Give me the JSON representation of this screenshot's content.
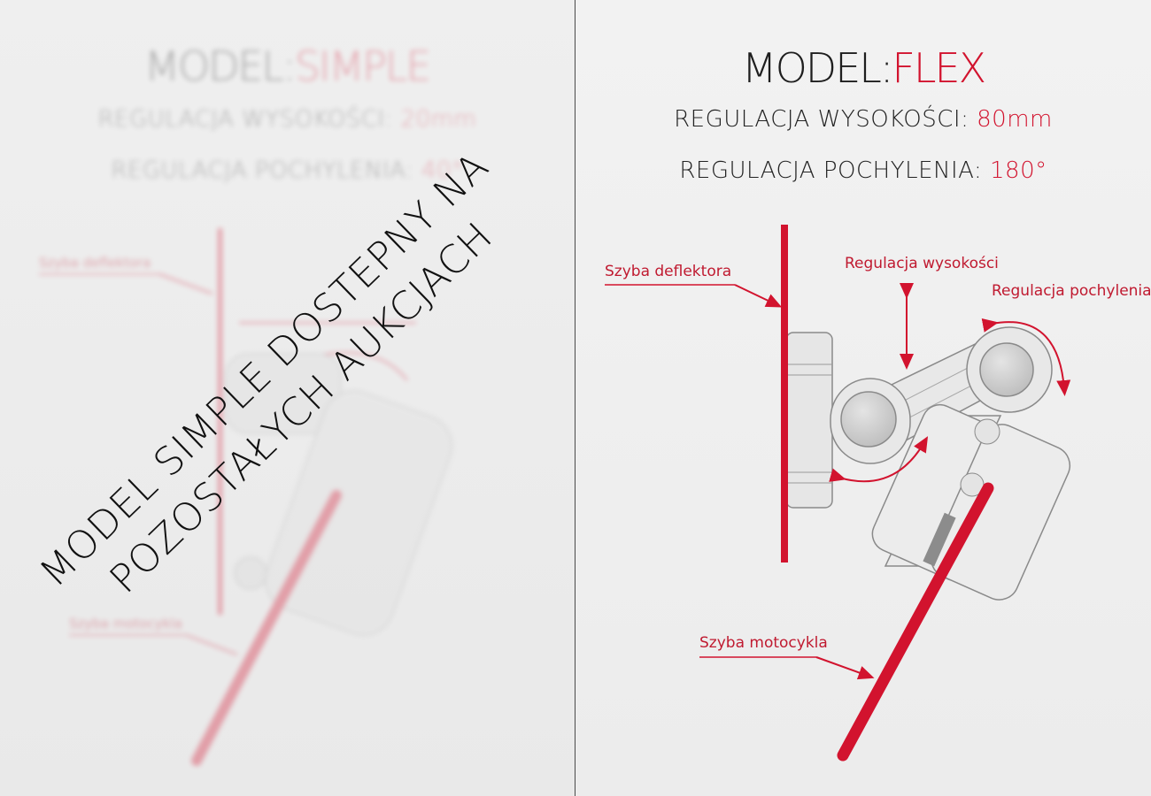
{
  "left": {
    "title_prefix": "MODEL:",
    "title_model": "SIMPLE",
    "height_label": "REGULACJA WYSOKOŚCI:",
    "height_value": "20mm",
    "tilt_label": "REGULACJA POCHYLENIA:",
    "tilt_value": "40°",
    "label_deflector": "Szyba deflektora",
    "label_motorcycle": "Szyba motocykla",
    "overlay_line1": "MODEL SIMPLE DOSTEPNY NA",
    "overlay_line2": "POZOSTAŁYCH AUKCJACH"
  },
  "right": {
    "title_prefix": "MODEL:",
    "title_model": "FLEX",
    "height_label": "REGULACJA WYSOKOŚCI:",
    "height_value": "80mm",
    "tilt_label": "REGULACJA POCHYLENIA:",
    "tilt_value": "180°",
    "label_deflector": "Szyba deflektora",
    "label_height_adj": "Regulacja wysokości",
    "label_tilt_adj": "Regulacja pochylenia",
    "label_motorcycle": "Szyba motocykla"
  },
  "colors": {
    "accent_red": "#d2132e",
    "text_dark": "#1e1e1e",
    "part_gray": "#e6e6e6"
  }
}
